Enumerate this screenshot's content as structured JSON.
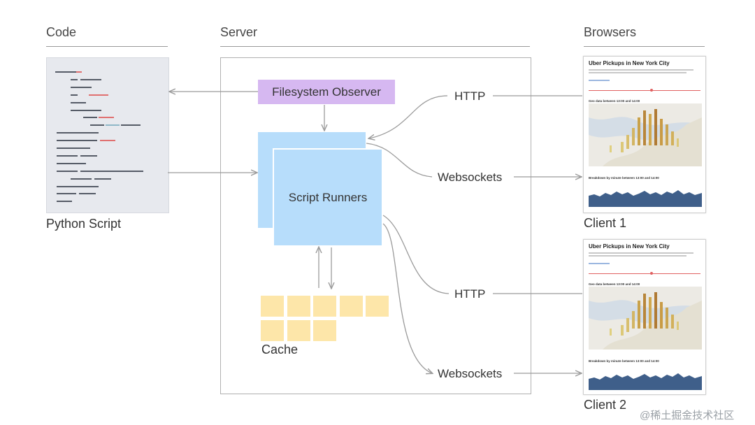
{
  "sections": {
    "code": "Code",
    "server": "Server",
    "browsers": "Browsers"
  },
  "code_panel": {
    "caption": "Python Script"
  },
  "server": {
    "filesystem_observer": "Filesystem Observer",
    "script_runners": "Script Runners",
    "cache": "Cache"
  },
  "connections": {
    "http_1": "HTTP",
    "websockets_1": "Websockets",
    "http_2": "HTTP",
    "websockets_2": "Websockets"
  },
  "clients": [
    {
      "label": "Client 1",
      "page_title": "Uber Pickups in New York City",
      "geo_heading": "Geo data between 13:00 and 14:00",
      "chart_heading": "Breakdown by minute between 13:00 and 14:00"
    },
    {
      "label": "Client 2",
      "page_title": "Uber Pickups in New York City",
      "geo_heading": "Geo data between 13:00 and 14:00",
      "chart_heading": "Breakdown by minute between 13:00 and 14:00"
    }
  ],
  "watermark": "@稀土掘金技术社区",
  "colors": {
    "code_bg": "#e7e9ee",
    "filesystem_observer": "#d6b8f1",
    "script_runners": "#b7ddfb",
    "cache": "#fde6a9",
    "arrow": "#9a9a9a",
    "chart_fill": "#3f5f8a"
  }
}
